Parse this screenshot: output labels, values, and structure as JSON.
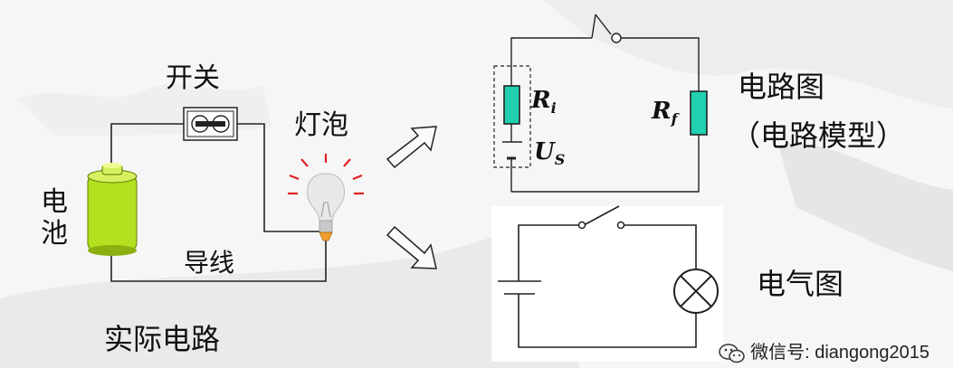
{
  "labels": {
    "switch": "开关",
    "bulb": "灯泡",
    "battery": "电池",
    "wire": "导线",
    "actual_circuit": "实际电路",
    "circuit_diagram": "电路图",
    "circuit_model": "（电路模型）",
    "electrical_diagram": "电气图"
  },
  "symbols": {
    "internal_resistance": "R",
    "internal_resistance_sub": "i",
    "source_voltage": "U",
    "source_voltage_sub": "S",
    "load_resistance": "R",
    "load_resistance_sub": "f"
  },
  "watermark": {
    "icon": "wechat-icon",
    "text": "微信号: diangong2015"
  },
  "colors": {
    "resistor_fill": "#20d0b0",
    "battery_fill": "#b4e020",
    "bulb_glow": "#e02020",
    "line": "#222222"
  }
}
